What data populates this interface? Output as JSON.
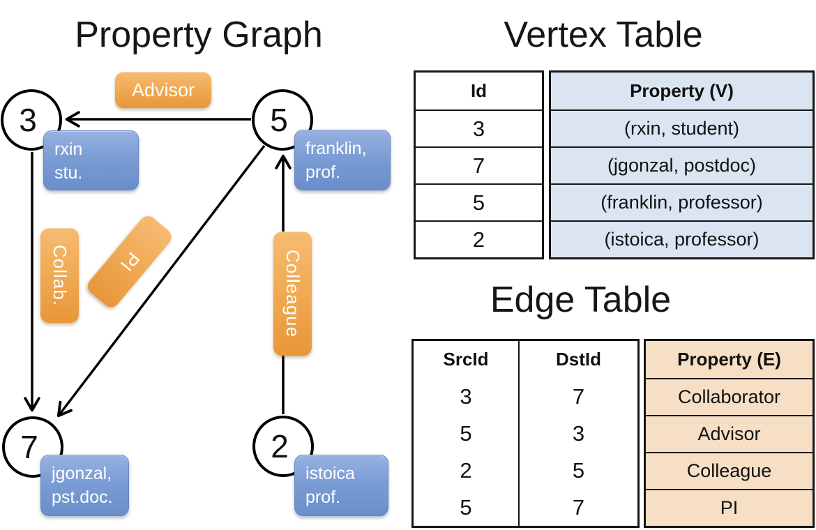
{
  "titles": {
    "graph": "Property Graph"
  },
  "colors": {
    "badge_orange": "#efa850",
    "node_label_blue": "#7b9cd4",
    "vertex_property_fill": "#dbe5f2",
    "edge_property_fill": "#f6dfc5",
    "edge_line": "#000000"
  },
  "graph": {
    "nodes": [
      {
        "id": "3",
        "label_line1": "rxin",
        "label_line2": "stu."
      },
      {
        "id": "5",
        "label_line1": "franklin,",
        "label_line2": "prof."
      },
      {
        "id": "7",
        "label_line1": "jgonzal,",
        "label_line2": "pst.doc."
      },
      {
        "id": "2",
        "label_line1": "istoica",
        "label_line2": "prof."
      }
    ],
    "edge_labels": {
      "advisor": "Advisor",
      "collab": "Collab.",
      "pi": "PI",
      "colleague": "Colleague"
    }
  },
  "vertex_table": {
    "title": "Vertex Table",
    "columns": {
      "id": "Id",
      "property": "Property (V)"
    },
    "rows": [
      [
        "3",
        "(rxin, student)"
      ],
      [
        "7",
        "(jgonzal, postdoc)"
      ],
      [
        "5",
        "(franklin, professor)"
      ],
      [
        "2",
        "(istoica, professor)"
      ]
    ]
  },
  "edge_table": {
    "title": "Edge Table",
    "columns": {
      "src": "SrcId",
      "dst": "DstId",
      "property": "Property (E)"
    },
    "rows": [
      [
        "3",
        "7",
        "Collaborator"
      ],
      [
        "5",
        "3",
        "Advisor"
      ],
      [
        "2",
        "5",
        "Colleague"
      ],
      [
        "5",
        "7",
        "PI"
      ]
    ]
  }
}
